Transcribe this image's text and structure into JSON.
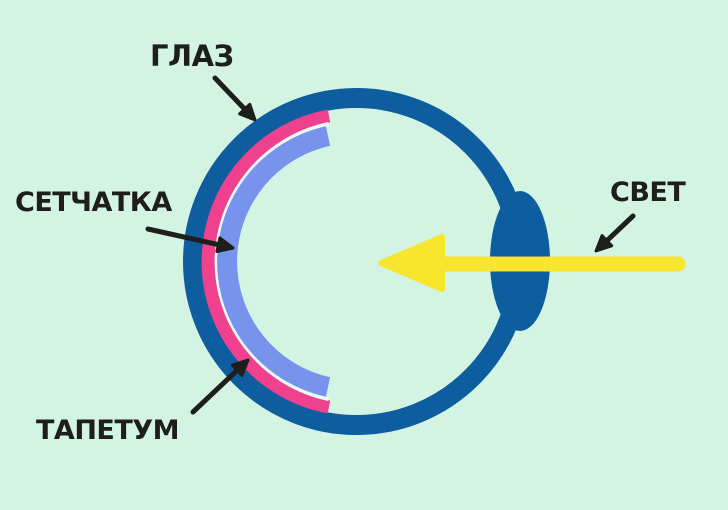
{
  "diagram": {
    "labels": {
      "eye": "ГЛАЗ",
      "retina": "СЕТЧАТКА",
      "tapetum": "ТАПЕТУМ",
      "light": "СВЕТ"
    },
    "colors": {
      "background": "#d4f4e3",
      "eye_outline": "#0e5d9e",
      "tapetum_layer": "#f0418f",
      "retina_layer": "#7793ec",
      "layer_gap": "#f0fbf5",
      "light_arrow": "#f8e52e",
      "text_and_pointers": "#1e1e1c"
    }
  }
}
